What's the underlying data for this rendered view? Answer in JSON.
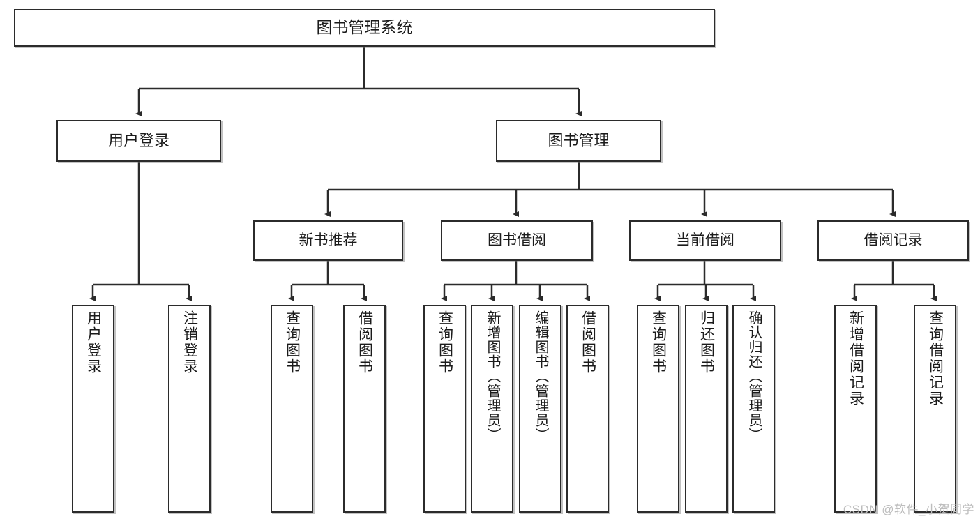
{
  "diagram": {
    "title": "图书管理系统",
    "type": "tree-hierarchy-chart",
    "root": {
      "id": "root",
      "label": "图书管理系统"
    },
    "level1": [
      {
        "id": "user-login",
        "label": "用户登录"
      },
      {
        "id": "book-manage",
        "label": "图书管理"
      }
    ],
    "level2": [
      {
        "id": "new-book-rec",
        "label": "新书推荐"
      },
      {
        "id": "book-borrow",
        "label": "图书借阅"
      },
      {
        "id": "current-borrow",
        "label": "当前借阅"
      },
      {
        "id": "borrow-record",
        "label": "借阅记录"
      }
    ],
    "leaves": {
      "user_login": [
        {
          "id": "leaf-user-login",
          "label": "用户登录"
        },
        {
          "id": "leaf-logout",
          "label": "注销登录"
        }
      ],
      "new_book_rec": [
        {
          "id": "leaf-query-book-1",
          "label": "查询图书"
        },
        {
          "id": "leaf-borrow-book-1",
          "label": "借阅图书"
        }
      ],
      "book_borrow": [
        {
          "id": "leaf-query-book-2",
          "label": "查询图书"
        },
        {
          "id": "leaf-add-book",
          "label": "新增图书（管理员）"
        },
        {
          "id": "leaf-edit-book",
          "label": "编辑图书（管理员）"
        },
        {
          "id": "leaf-borrow-book-2",
          "label": "借阅图书"
        }
      ],
      "current_borrow": [
        {
          "id": "leaf-query-book-3",
          "label": "查询图书"
        },
        {
          "id": "leaf-return-book",
          "label": "归还图书"
        },
        {
          "id": "leaf-confirm-return",
          "label": "确认归还（管理员）"
        }
      ],
      "borrow_record": [
        {
          "id": "leaf-add-record",
          "label": "新增借阅记录"
        },
        {
          "id": "leaf-query-record",
          "label": "查询借阅记录"
        }
      ]
    }
  },
  "colors": {
    "background": "#ffffff",
    "box_border": "#2b2b2b",
    "box_fill": "#ffffff",
    "connector": "#2b2b2b",
    "text": "#1b1b1b",
    "watermark": "#bdbdbd"
  },
  "watermark": {
    "text": "CSDN @软件_小贺同学"
  }
}
